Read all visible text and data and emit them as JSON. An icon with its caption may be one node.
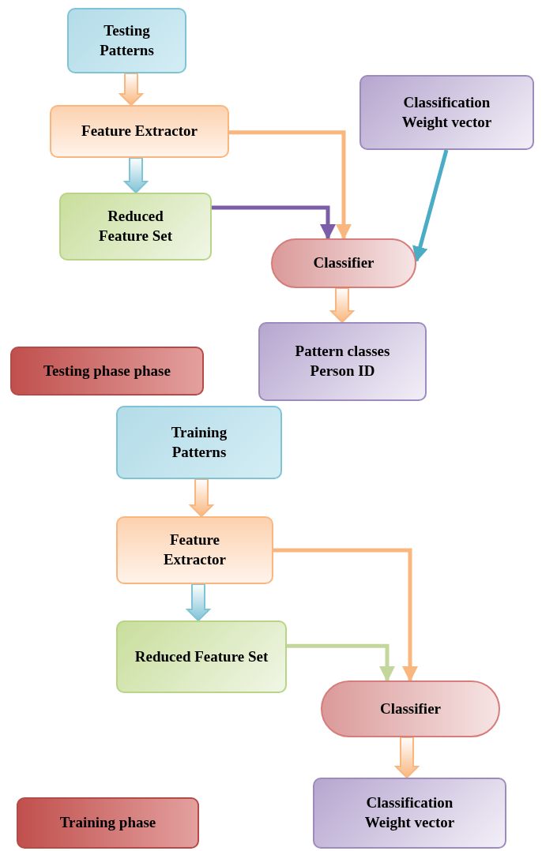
{
  "diagram": {
    "nodes": [
      {
        "text": [
          "Testing Patterns"
        ]
      },
      {
        "text": [
          "Feature Extractor"
        ]
      },
      {
        "text": [
          "Reduced Feature Set"
        ]
      },
      {
        "text": [
          "Classification Weight vector"
        ]
      },
      {
        "text": [
          "Classifier"
        ]
      },
      {
        "text": [
          "Pattern classes Person ID"
        ]
      },
      {
        "text": [
          "Testing phase phase"
        ]
      },
      {
        "text": [
          "Training Patterns"
        ]
      },
      {
        "text": [
          "Feature Extractor"
        ]
      },
      {
        "text": [
          "Reduced Feature Set"
        ]
      },
      {
        "text": [
          "Classifier"
        ]
      },
      {
        "text": [
          "Classification Weight vector"
        ]
      },
      {
        "text": [
          "Training phase"
        ]
      }
    ],
    "edges": [
      {
        "from": 0,
        "to": 1,
        "arrow": "to",
        "style": "thick"
      },
      {
        "from": 1,
        "to": 2,
        "arrow": "to",
        "style": "thick",
        "color": "#7fc3d6"
      },
      {
        "from": 1,
        "to": 4,
        "arrow": "to"
      },
      {
        "from": 2,
        "to": 4,
        "arrow": "to",
        "color": "#7b5ea7"
      },
      {
        "from": 3,
        "to": 4,
        "arrow": "to",
        "color": "#4bacc6"
      },
      {
        "from": 4,
        "to": 5,
        "arrow": "to",
        "style": "thick"
      },
      {
        "from": 7,
        "to": 8,
        "arrow": "to",
        "style": "thick"
      },
      {
        "from": 8,
        "to": 9,
        "arrow": "to",
        "style": "thick",
        "color": "#7fc3d6"
      },
      {
        "from": 8,
        "to": 10,
        "arrow": "to"
      },
      {
        "from": 9,
        "to": 10,
        "arrow": "to",
        "color": "#c3d69b"
      },
      {
        "from": 10,
        "to": 11,
        "arrow": "to",
        "style": "thick"
      }
    ]
  }
}
